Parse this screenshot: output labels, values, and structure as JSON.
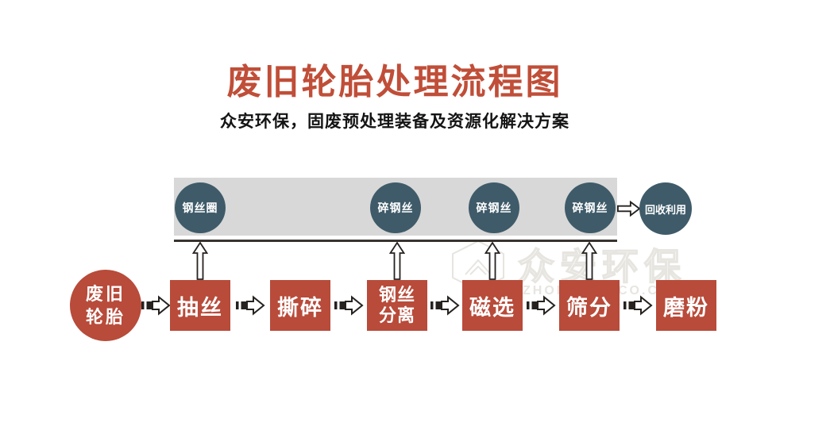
{
  "colors": {
    "accent_red": "#b84b3a",
    "title_red": "#c04e38",
    "teal": "#3f5b69",
    "band_gray": "#d8d8d8",
    "line_dark": "#38332f",
    "watermark_gray": "#e7e5e0"
  },
  "header": {
    "title": "废旧轮胎处理流程图",
    "subtitle": "众安环保，固废预处理装备及资源化解决方案"
  },
  "band": {
    "circles": [
      {
        "label": "钢丝圈"
      },
      {
        "label": "碎钢丝"
      },
      {
        "label": "碎钢丝"
      },
      {
        "label": "碎钢丝"
      }
    ]
  },
  "recycle": {
    "label": "回收利用"
  },
  "flow": {
    "source": {
      "lines": [
        "废旧",
        "轮胎"
      ]
    },
    "steps": [
      {
        "lines": [
          "抽丝"
        ]
      },
      {
        "lines": [
          "撕碎"
        ]
      },
      {
        "lines": [
          "钢丝",
          "分离"
        ]
      },
      {
        "lines": [
          "磁选"
        ]
      },
      {
        "lines": [
          "筛分"
        ]
      },
      {
        "lines": [
          "磨粉"
        ]
      }
    ]
  },
  "watermark": {
    "text": "众安环保",
    "latin_left": "ZHON",
    "latin_right": "CO.C"
  }
}
